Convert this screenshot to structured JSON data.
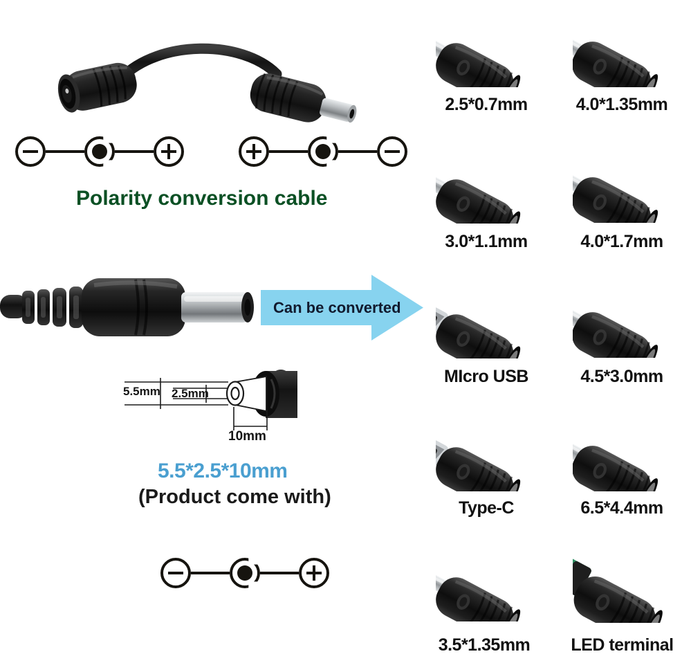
{
  "image": {
    "kind": "product-infographic",
    "subject": "DC power supply polarity conversion cable and interchangeable connector tips",
    "background_color": "#ffffff"
  },
  "colors": {
    "green_caption": "#0b5024",
    "blue_caption": "#4a9fd0",
    "arrow_fill": "#87d3ef",
    "arrow_text": "#111a2e",
    "black_text": "#111111",
    "plug_black": "#1c1c1c",
    "plug_chrome": "#c9ccce",
    "tip_yellow": "#e8c22a",
    "tip_blue": "#3aa7dd",
    "tip_red": "#b04a48",
    "terminal_green": "#2f8f63"
  },
  "left_panel": {
    "conversion_cable": {
      "name": "polarity conversion cable",
      "caption": "Polarity conversion cable",
      "caption_color": "#0b5024",
      "female_end_label": "female barrel socket",
      "male_end_label": "male barrel plug",
      "polarity_female": {
        "name": "female-end-polarity",
        "left_symbol": "minus",
        "center_symbol": "center-pin",
        "right_symbol": "plus"
      },
      "polarity_male": {
        "name": "male-end-polarity",
        "left_symbol": "plus",
        "center_symbol": "center-pin",
        "right_symbol": "minus"
      }
    },
    "main_plug": {
      "name": "5.5x2.5mm DC barrel plug on cable",
      "barrel_color": "#c9ccce"
    },
    "arrow": {
      "label": "Can be converted",
      "fill": "#87d3ef",
      "direction": "right"
    },
    "dimension_diagram": {
      "outer_diameter": "5.5mm",
      "inner_diameter": "2.5mm",
      "length": "10mm",
      "spec_caption": "5.5*2.5*10mm",
      "spec_caption_color": "#4a9fd0",
      "note": "(Product come with)"
    },
    "bottom_polarity": {
      "name": "product-polarity",
      "left_symbol": "minus",
      "center_symbol": "center-pin",
      "right_symbol": "plus"
    }
  },
  "tips": [
    {
      "label": "2.5*0.7mm",
      "type": "barrel",
      "tip_color": "#e8c22a",
      "row": 1,
      "col": 1
    },
    {
      "label": "4.0*1.35mm",
      "type": "barrel",
      "tip_color": "#2b2b2b",
      "row": 1,
      "col": 2
    },
    {
      "label": "3.0*1.1mm",
      "type": "barrel",
      "tip_color": "#e8c22a",
      "row": 2,
      "col": 1
    },
    {
      "label": "4.0*1.7mm",
      "type": "barrel",
      "tip_color": "#e8c22a",
      "row": 2,
      "col": 2
    },
    {
      "label": "MIcro USB",
      "type": "micro-usb",
      "tip_color": "#b8bcc0",
      "row": 3,
      "col": 1
    },
    {
      "label": "4.5*3.0mm",
      "type": "barrel",
      "tip_color": "#3aa7dd",
      "row": 3,
      "col": 2
    },
    {
      "label": "Type-C",
      "type": "type-c",
      "tip_color": "#b8bcc0",
      "row": 4,
      "col": 1
    },
    {
      "label": "6.5*4.4mm",
      "type": "barrel",
      "tip_color": "#2b2b2b",
      "row": 4,
      "col": 2
    },
    {
      "label": "3.5*1.35mm",
      "type": "barrel",
      "tip_color": "#b04a48",
      "row": 5,
      "col": 1
    },
    {
      "label": "LED terminal",
      "type": "led-terminal",
      "tip_color": "#2f8f63",
      "row": 5,
      "col": 2
    }
  ]
}
